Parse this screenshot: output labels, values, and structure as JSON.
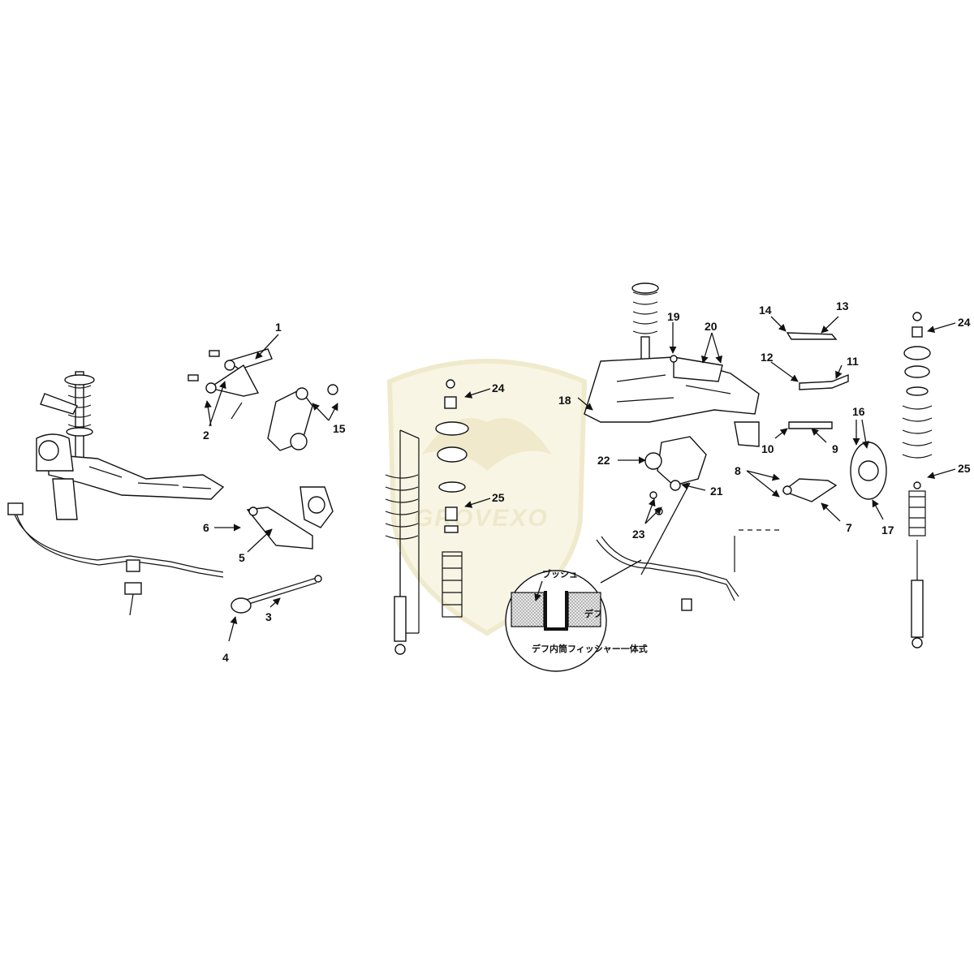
{
  "watermark": {
    "text": "GROVEXO"
  },
  "callouts": {
    "c1": "1",
    "c2": "2",
    "c3": "3",
    "c4": "4",
    "c5": "5",
    "c6": "6",
    "c7": "7",
    "c8": "8",
    "c9": "9",
    "c10": "10",
    "c11": "11",
    "c12": "12",
    "c13": "13",
    "c14": "14",
    "c15": "15",
    "c16": "16",
    "c17": "17",
    "c18": "18",
    "c19": "19",
    "c20": "20",
    "c21": "21",
    "c22": "22",
    "c23": "23",
    "c24a": "24",
    "c24b": "24",
    "c25a": "25",
    "c25b": "25"
  },
  "inset": {
    "bush_label": "ブッシュ",
    "diff_label": "デフ",
    "caption": "デフ内筒フィッシャー一体式"
  }
}
